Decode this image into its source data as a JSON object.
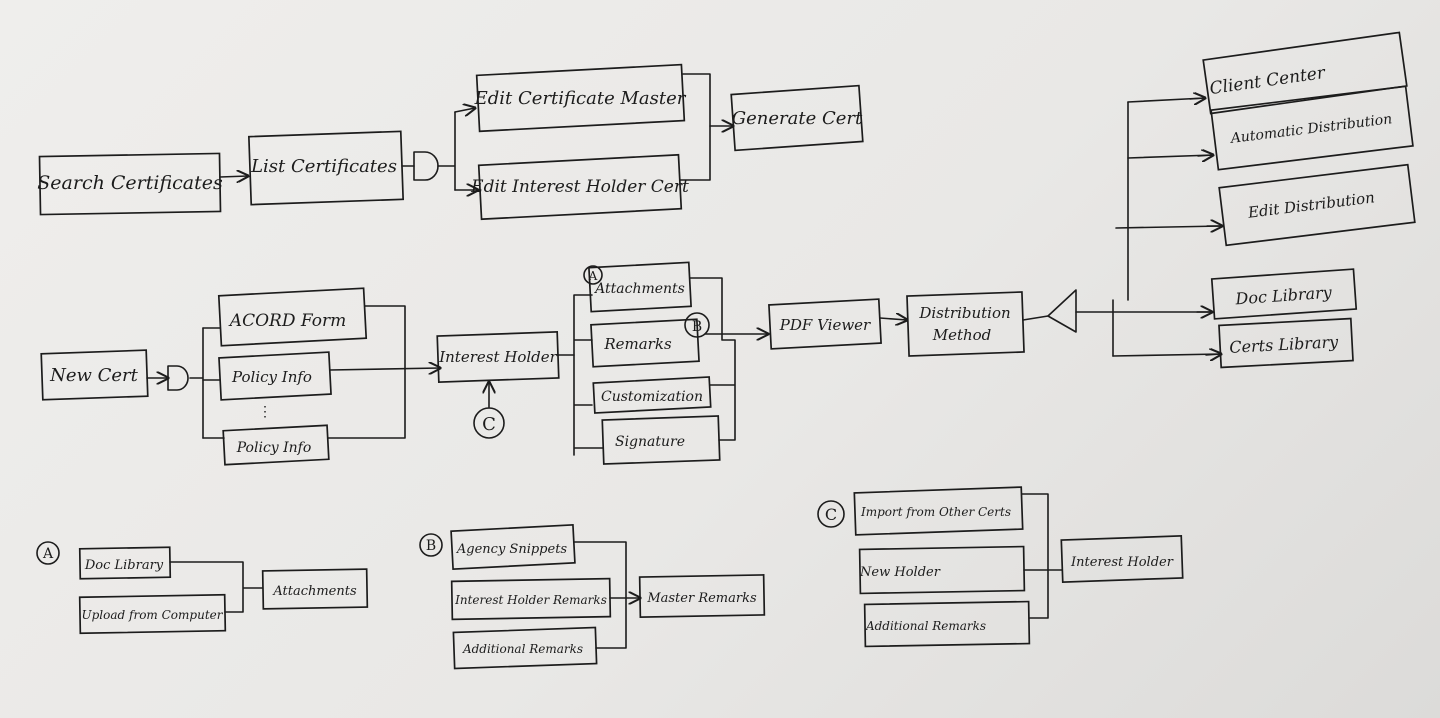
{
  "top_flow": {
    "search": "Search Certificates",
    "list": "List Certificates",
    "edit_master": "Edit Certificate Master",
    "edit_holder": "Edit Interest Holder Cert",
    "generate": "Generate Cert"
  },
  "main_flow": {
    "new_cert": "New Cert",
    "acord": "ACORD Form",
    "policy_info_1": "Policy Info",
    "dots": "⋮",
    "policy_info_2": "Policy Info",
    "interest_holder": "Interest Holder",
    "marker_c": "C",
    "attachments": "Attachments",
    "marker_a": "A",
    "remarks": "Remarks",
    "marker_b": "B",
    "customization": "Customization",
    "signature": "Signature",
    "pdf_viewer": "PDF Viewer",
    "distribution_line1": "Distribution",
    "distribution_line2": "Method"
  },
  "distribution_targets": {
    "client_center": "Client Center",
    "automatic": "Automatic Distribution",
    "edit_distribution": "Edit Distribution",
    "doc_library": "Doc Library",
    "certs_library": "Certs Library"
  },
  "legend_a": {
    "marker": "A",
    "doc_library": "Doc Library",
    "upload": "Upload from Computer",
    "result": "Attachments"
  },
  "legend_b": {
    "marker": "B",
    "agency": "Agency Snippets",
    "holder_remarks": "Interest Holder Remarks",
    "additional": "Additional Remarks",
    "result": "Master Remarks"
  },
  "legend_c": {
    "marker": "C",
    "import": "Import from Other Certs",
    "new_holder": "New Holder",
    "additional": "Additional Remarks",
    "result": "Interest Holder"
  }
}
